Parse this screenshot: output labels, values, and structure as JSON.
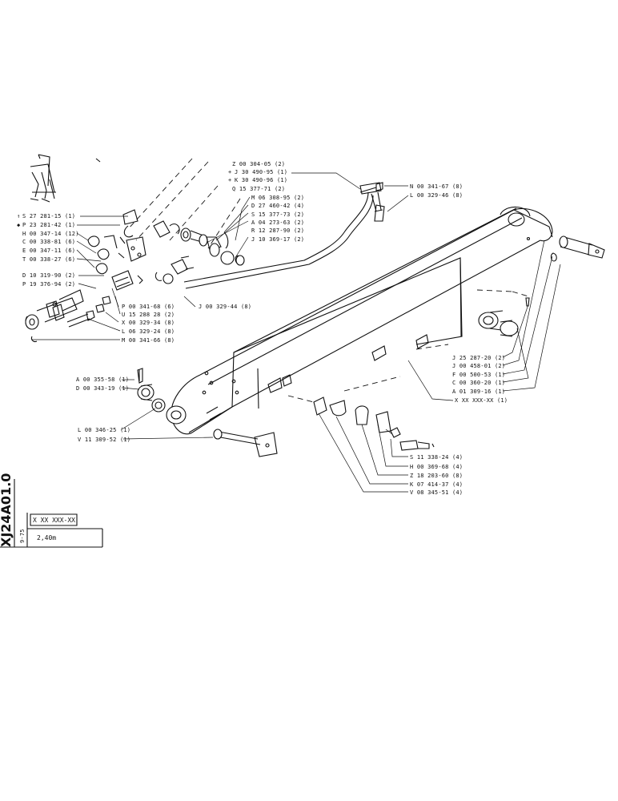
{
  "drawing": {
    "code": "XJ24A01.0",
    "date_code": "9-75",
    "part_ref": "X XX XXX-XX",
    "boom_length": "2,40m"
  },
  "labels_left": [
    "S 27 281-15 (1)",
    "P 23 281-42 (1)",
    "H 00 347-14 (12)",
    "C 00 338-81 (6)",
    "E 00 347-11 (6)",
    "T 00 338-27 (6)",
    "D 10 319-90 (2)",
    "P 19 376-94 (2)"
  ],
  "labels_center_mid": [
    "P 00 341-68 (6)",
    "U 15 288 28 (2)",
    "X 00 329-34 (8)",
    "L 06 329-24 (8)",
    "M 00 341-66 (8)"
  ],
  "labels_top": [
    "Z 00 304-05 (2)",
    "J 30 490-95 (1)",
    "K 30 490-96 (1)",
    "Q 15 377-71 (2)",
    "M 06 308-95 (2)",
    "D 27 460-42 (4)",
    "S 15 377-73 (2)",
    "A 04 273-63 (2)",
    "R 12 287-90 (2)",
    "J 10 369-17 (2)"
  ],
  "labels_top_right": [
    "N 00 341-67 (8)",
    "L 00 329-46 (8)"
  ],
  "label_j_mid": "J 00 329-44 (8)",
  "labels_right": [
    "J 25 287-20 (2)",
    "J 00 458-01 (2)",
    "F 00 500-53 (1)",
    "C 00 360-20 (1)",
    "A 01 309-16 (1)",
    "X XX XXX-XX (1)"
  ],
  "labels_lower_left": [
    "A 00 355-58 (1)",
    "D 00 343-19 (1)",
    "L 00 346-25 (1)",
    "V 11 309-52 (1)"
  ],
  "labels_lower_right": [
    "S 11 338-24 (4)",
    "H 00 369-68 (4)",
    "Z 18 203-60 (8)",
    "K 07 414-37 (4)",
    "V 08 345-51 (4)"
  ]
}
